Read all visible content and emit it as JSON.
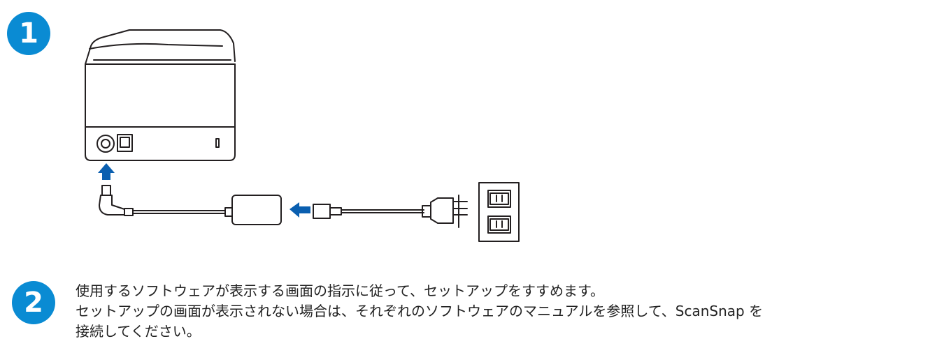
{
  "steps": [
    {
      "number": "1"
    },
    {
      "number": "2",
      "lines": [
        "使用するソフトウェアが表示する画面の指示に従って、セットアップをすすめます。",
        "セットアップの画面が表示されない場合は、それぞれのソフトウェアのマニュアルを参照して、ScanSnap を",
        "接続してください。"
      ]
    }
  ],
  "colors": {
    "accent": "#0a8bd3",
    "line": "#231f20"
  }
}
